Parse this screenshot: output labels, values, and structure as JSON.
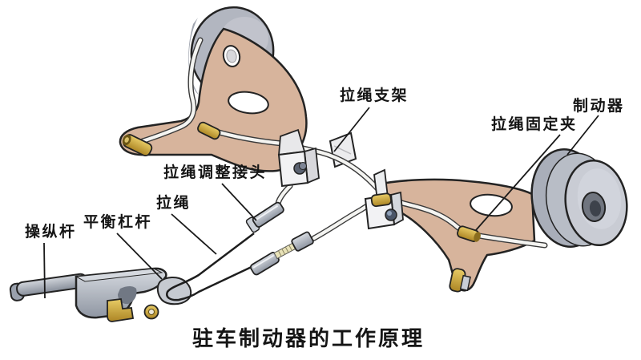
{
  "diagram": {
    "title": "驻车制动器的工作原理",
    "labels": {
      "cable_bracket": "拉绳支架",
      "brake": "制动器",
      "cable_clip": "拉绳固定夹",
      "cable_adjuster": "拉绳调整接头",
      "cable": "拉绳",
      "control_lever": "操纵杆",
      "balance_lever": "平衡杠杆"
    },
    "colors": {
      "background": "#ffffff",
      "bracket_tan": "#d7b49c",
      "metal_gray": "#b6bac3",
      "brass": "#c9a23a",
      "cable_white": "#f4f4f1",
      "outline": "#232323"
    }
  }
}
